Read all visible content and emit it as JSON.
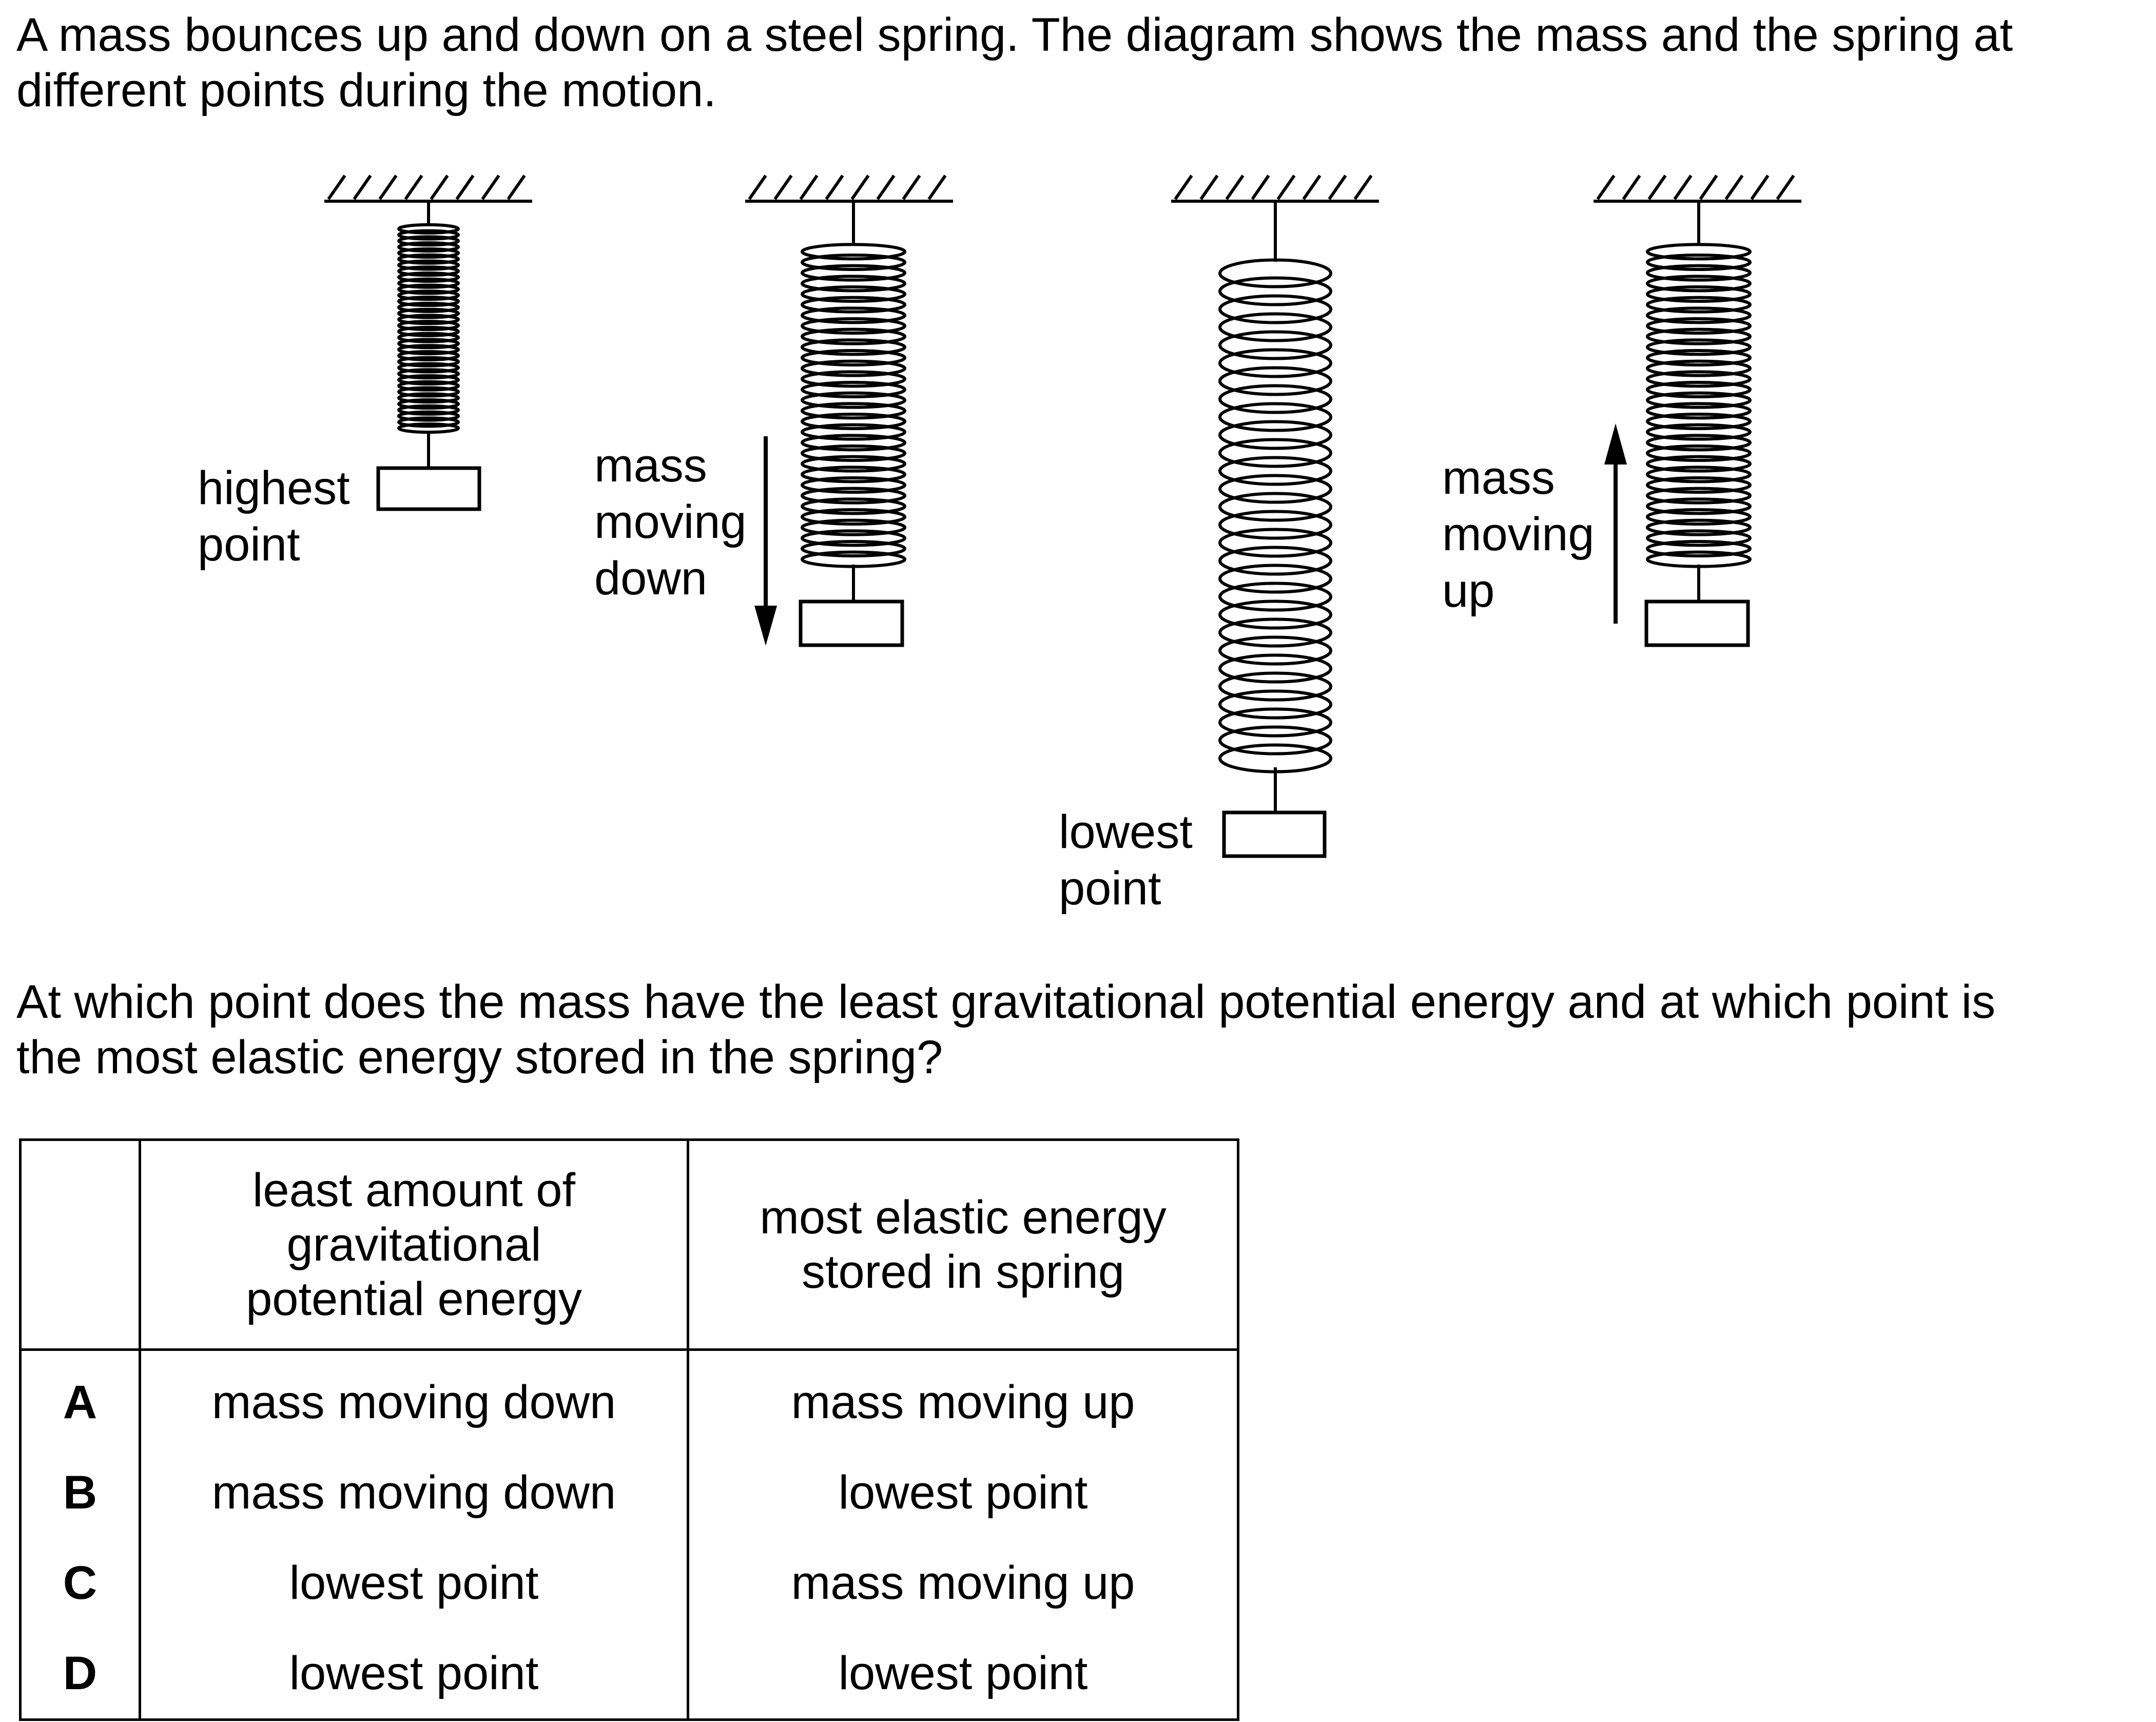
{
  "intro": "A mass bounces up and down on a steel spring. The diagram shows the mass and the spring at\ndifferent points during the motion.",
  "diagram": {
    "highest_label": [
      "highest",
      "point"
    ],
    "moving_down_label": [
      "mass",
      "moving",
      "down"
    ],
    "lowest_label": [
      "lowest",
      "point"
    ],
    "moving_up_label": [
      "mass",
      "moving",
      "up"
    ],
    "colors": {
      "ink": "#000000",
      "background": "#ffffff"
    }
  },
  "question": "At which point does the mass have the least gravitational potential energy and at which point is\nthe most elastic energy stored in the spring?",
  "table": {
    "headers": [
      "",
      "least amount of\ngravitational\npotential energy",
      "most elastic energy\nstored in spring"
    ],
    "rows": [
      {
        "letter": "A",
        "gpe": "mass moving down",
        "elastic": "mass moving up"
      },
      {
        "letter": "B",
        "gpe": "mass moving down",
        "elastic": "lowest point"
      },
      {
        "letter": "C",
        "gpe": "lowest point",
        "elastic": "mass moving up"
      },
      {
        "letter": "D",
        "gpe": "lowest point",
        "elastic": "lowest point"
      }
    ]
  }
}
